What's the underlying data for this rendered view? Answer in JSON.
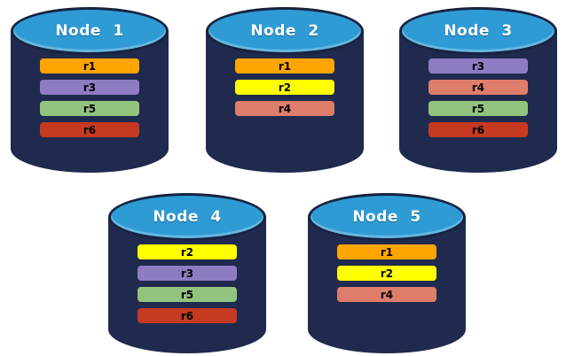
{
  "diagram": {
    "description": "Distributed database nodes with replicated records"
  },
  "nodes": [
    {
      "label": "Node 1",
      "records": [
        "r1",
        "r3",
        "r5",
        "r6"
      ]
    },
    {
      "label": "Node 2",
      "records": [
        "r1",
        "r2",
        "r4"
      ]
    },
    {
      "label": "Node 3",
      "records": [
        "r3",
        "r4",
        "r5",
        "r6"
      ]
    },
    {
      "label": "Node 4",
      "records": [
        "r2",
        "r3",
        "r5",
        "r6"
      ]
    },
    {
      "label": "Node 5",
      "records": [
        "r1",
        "r2",
        "r4"
      ]
    }
  ],
  "record_colors": {
    "r1": "#FFA500",
    "r2": "#FFFF00",
    "r3": "#8E7CC3",
    "r4": "#DF7D6B",
    "r5": "#93C47D",
    "r6": "#C63A21"
  },
  "record_text_color": "#000000",
  "cylinder": {
    "top_fill": "#2E9BD5",
    "body_fill": "#1F2A4E",
    "outline": "#17233F",
    "title_color": "#FFFFFF"
  }
}
